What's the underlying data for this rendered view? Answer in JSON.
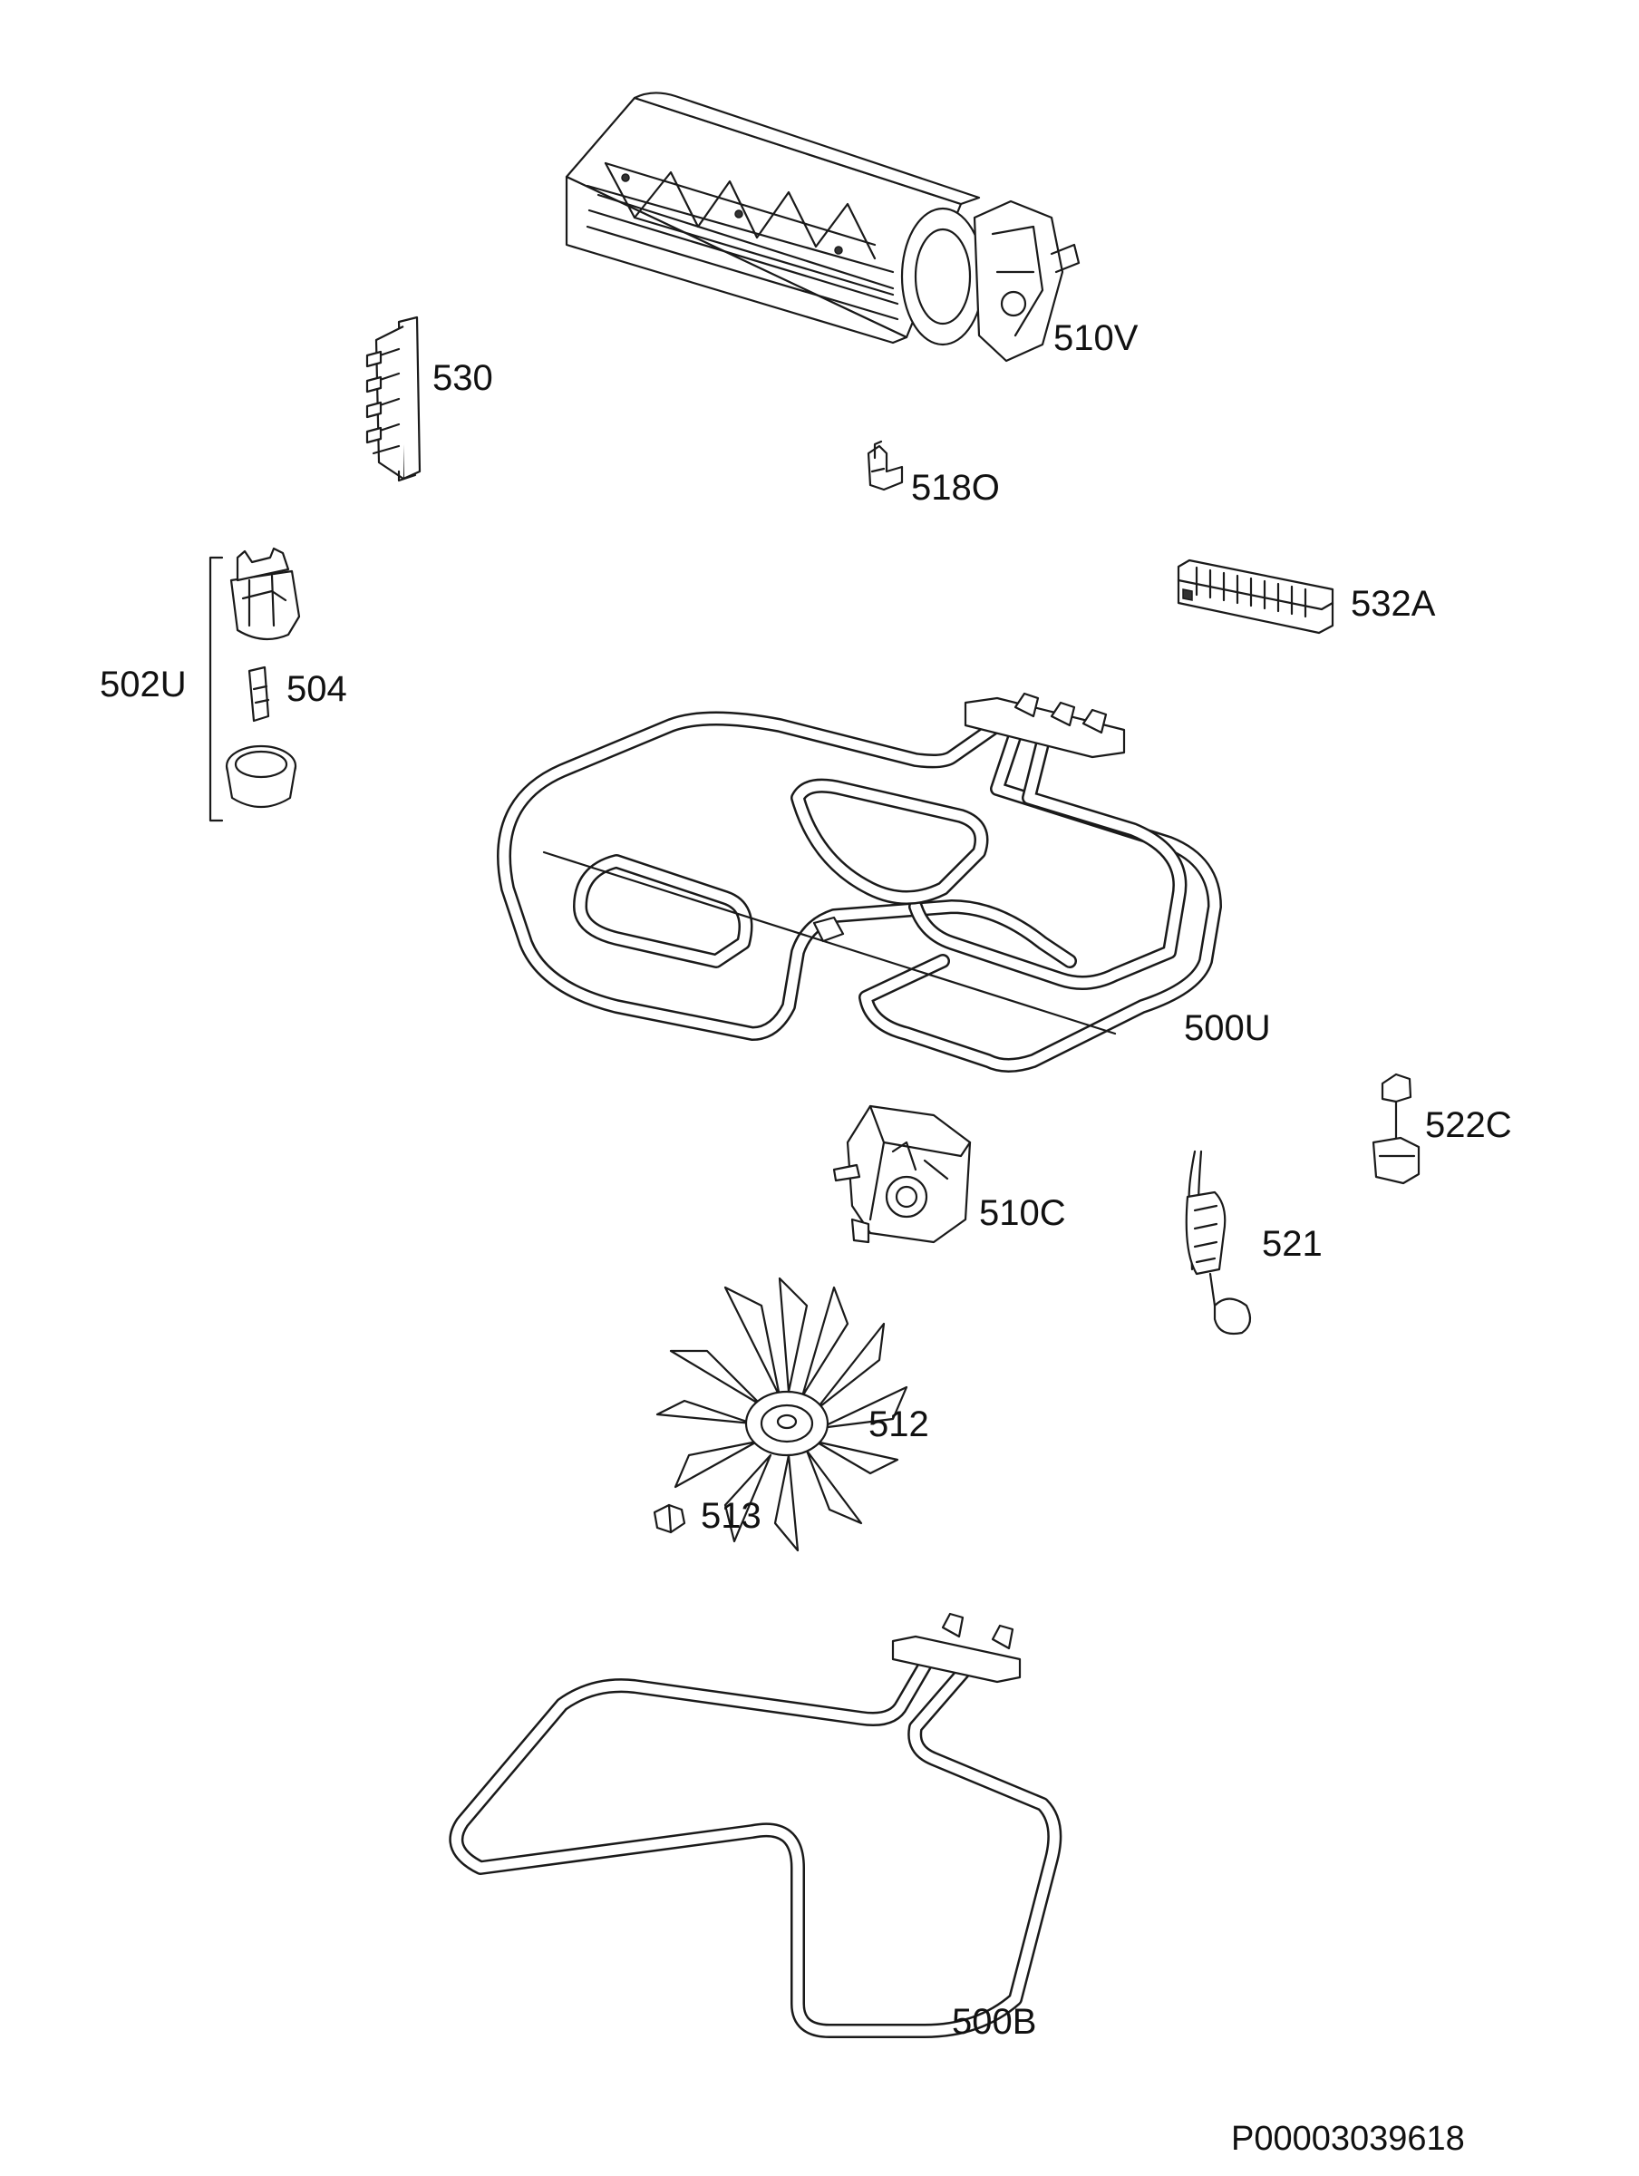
{
  "parts": {
    "p510V": "510V",
    "p530": "530",
    "p518O": "518O",
    "p532A": "532A",
    "p502U": "502U",
    "p504": "504",
    "p500U": "500U",
    "p522C": "522C",
    "p510C": "510C",
    "p521": "521",
    "p512": "512",
    "p513": "513",
    "p500B": "500B"
  },
  "drawing_number": "P00003039618"
}
